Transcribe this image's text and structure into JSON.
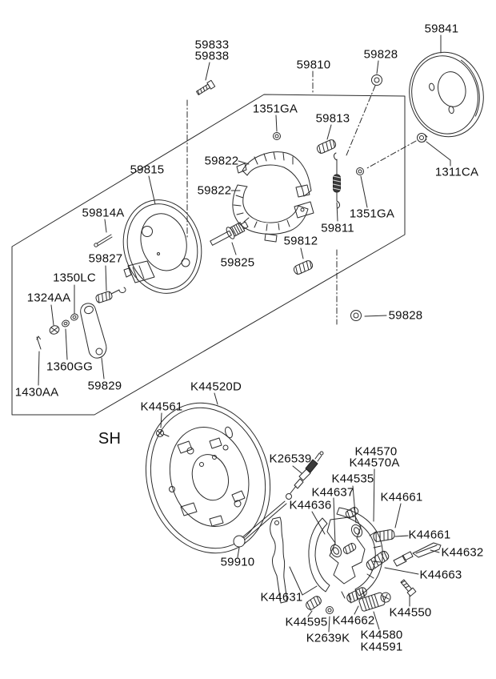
{
  "diagram": {
    "type": "exploded-parts-diagram",
    "section_marker": "SH",
    "colors": {
      "background": "#ffffff",
      "line": "#2b2b2b",
      "text": "#0f0f0f"
    },
    "labels": {
      "p59833": "59833",
      "p59838": "59838",
      "p59810": "59810",
      "p59828_top": "59828",
      "p59841": "59841",
      "p1351ga_top": "1351GA",
      "p59813": "59813",
      "p1311ca": "1311CA",
      "p59822_a": "59822",
      "p59822_b": "59822",
      "p1351ga_mid": "1351GA",
      "p59811": "59811",
      "p59815": "59815",
      "p59814a": "59814A",
      "p59827": "59827",
      "p1350lc": "1350LC",
      "p1324aa": "1324AA",
      "p1360gg": "1360GG",
      "p1430aa": "1430AA",
      "p59829": "59829",
      "p59825": "59825",
      "p59812": "59812",
      "p59828_mid": "59828",
      "sh": "SH",
      "pk44561": "K44561",
      "pk44520d": "K44520D",
      "pk26539": "K26539",
      "pk44570": "K44570",
      "pk44570a": "K44570A",
      "pk44535": "K44535",
      "pk44637": "K44637",
      "pk44636": "K44636",
      "pk44661_a": "K44661",
      "pk44661_b": "K44661",
      "pk44632": "K44632",
      "pk44663": "K44663",
      "pk44631": "K44631",
      "p59910": "59910",
      "pk44595": "K44595",
      "pk2639k": "K2639K",
      "pk44662": "K44662",
      "pk44580": "K44580",
      "pk44591": "K44591",
      "pk44550": "K44550"
    }
  }
}
